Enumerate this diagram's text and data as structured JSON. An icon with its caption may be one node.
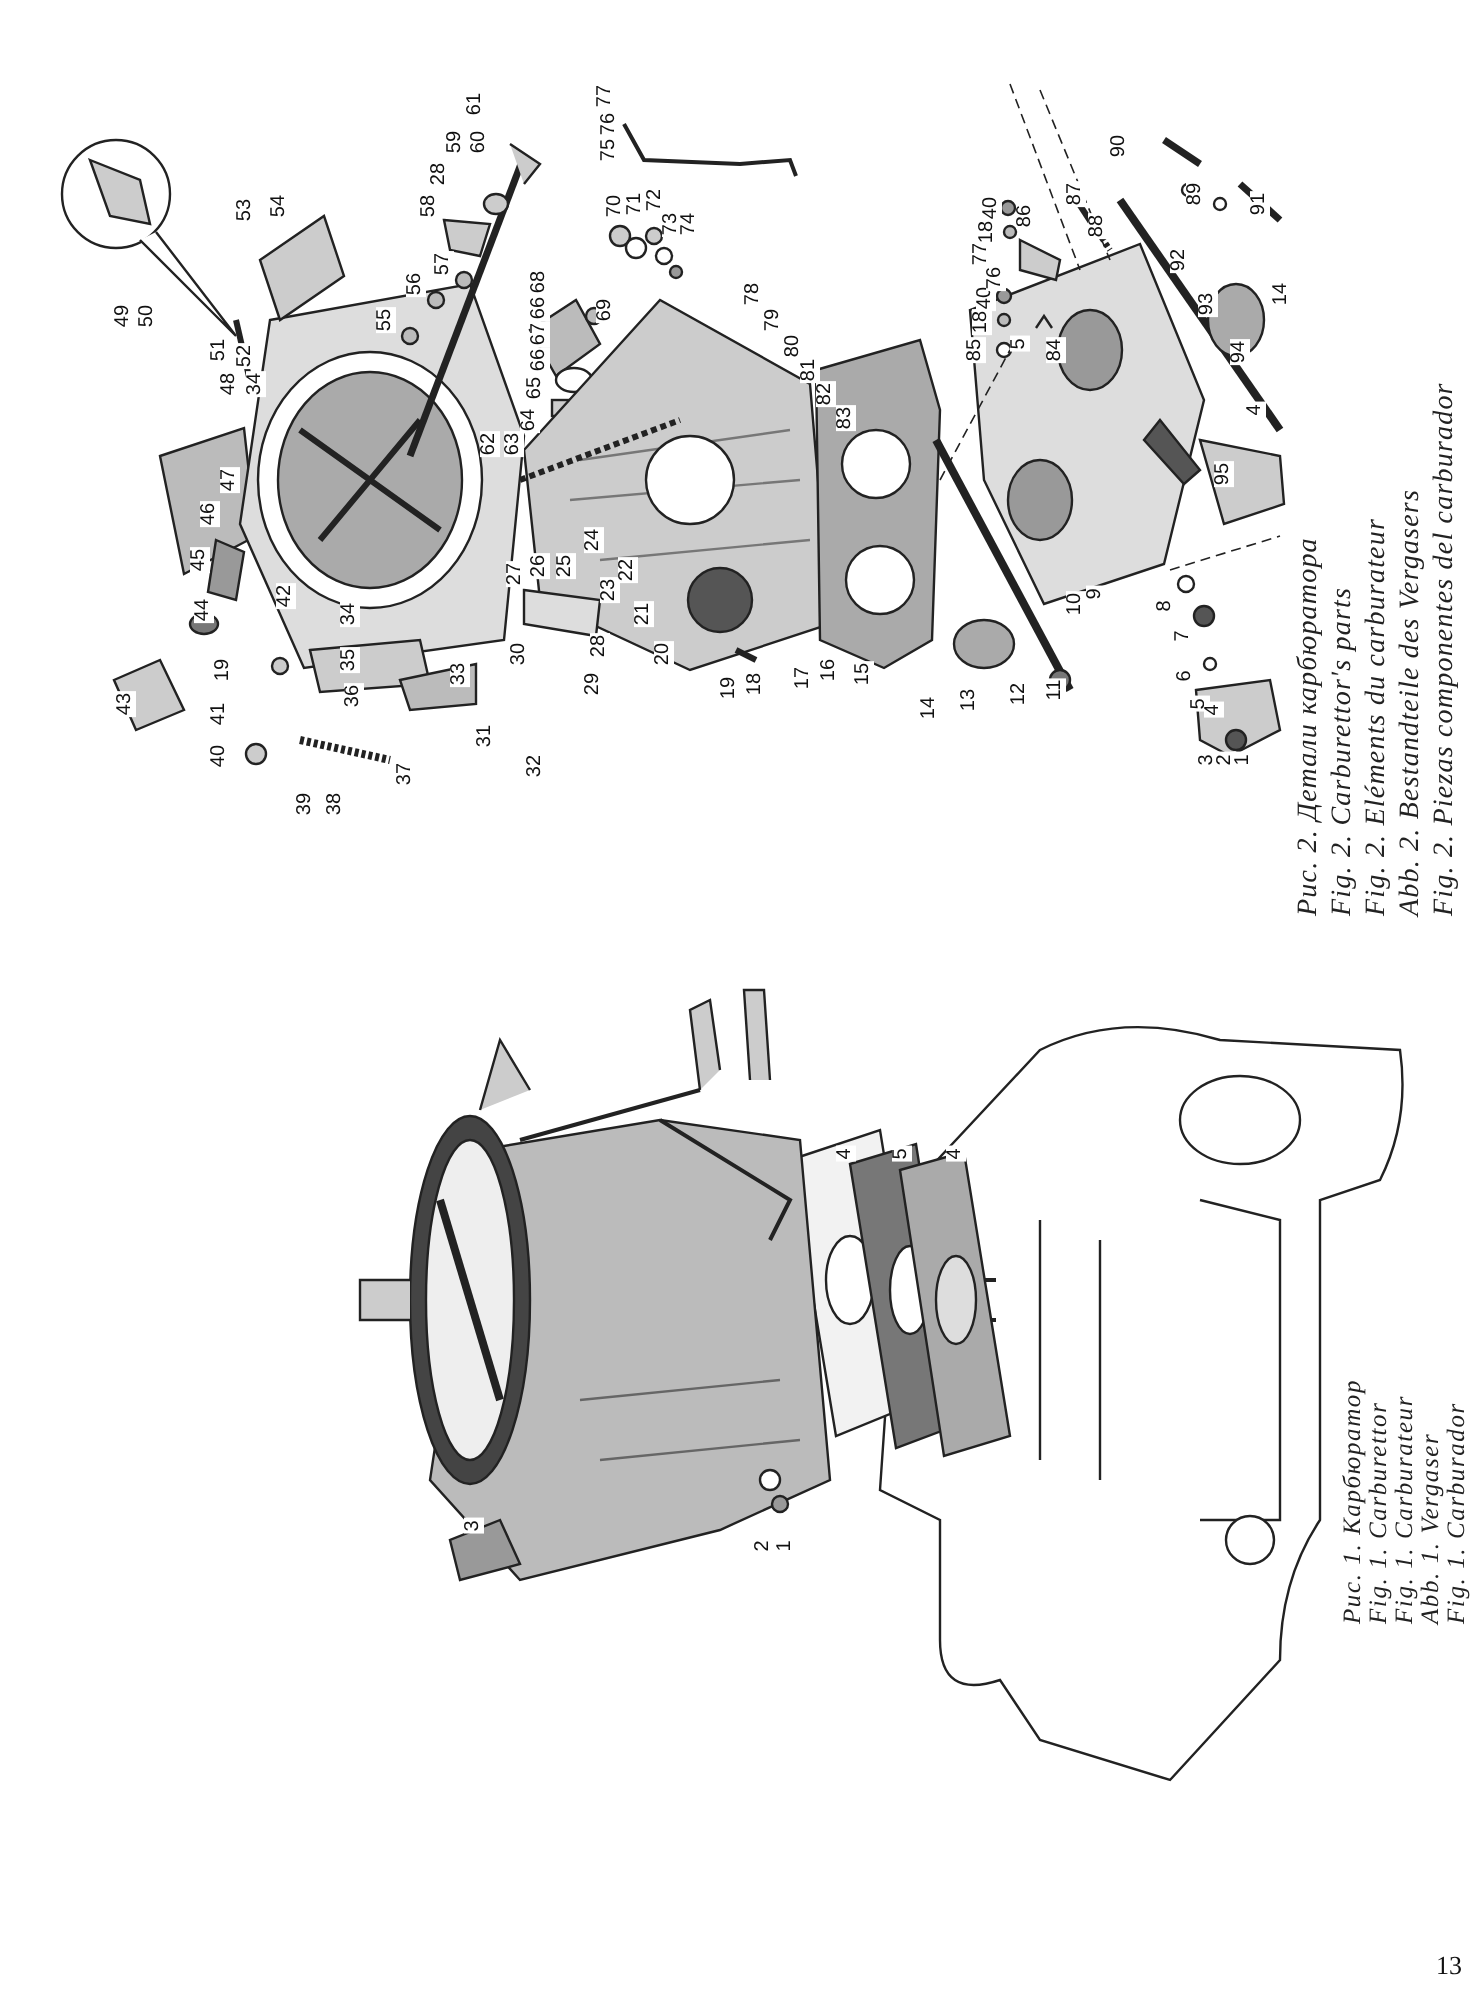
{
  "diagram": {
    "labels": [
      "43",
      "40",
      "41",
      "19",
      "39",
      "38",
      "37",
      "36",
      "35",
      "31",
      "32",
      "33",
      "34",
      "42",
      "44",
      "45",
      "46",
      "47",
      "48",
      "34",
      "49",
      "50",
      "51",
      "52",
      "53",
      "54",
      "55",
      "56",
      "57",
      "58",
      "28",
      "59",
      "60",
      "61",
      "62",
      "63",
      "64",
      "65",
      "66",
      "67",
      "66",
      "68",
      "69",
      "70",
      "71",
      "72",
      "73",
      "74",
      "75",
      "76",
      "77",
      "27",
      "26",
      "25",
      "24",
      "23",
      "22",
      "21",
      "30",
      "20",
      "29",
      "28",
      "78",
      "79",
      "80",
      "81",
      "82",
      "83",
      "17",
      "16",
      "15",
      "19",
      "18",
      "14",
      "13",
      "12",
      "11",
      "10",
      "9",
      "8",
      "7",
      "6",
      "5",
      "4",
      "3",
      "2",
      "1",
      "85",
      "18",
      "40",
      "5",
      "84",
      "76",
      "77",
      "18",
      "40",
      "86",
      "87",
      "88",
      "90",
      "89",
      "91",
      "92",
      "93",
      "94",
      "14",
      "4",
      "95",
      "3",
      "2",
      "1",
      "4",
      "5",
      "4",
      "Рис. 2. Детали карбюратора",
      "Fig. 2. Carburettor's parts",
      "Fig. 2. Eléments du carburateur",
      "Abb. 2. Bestandteile des Vergasers",
      "Fig. 2. Piezas componentes del carburador",
      "Рис. 1. Карбюратор",
      "Fig. 1. Carburettor",
      "Fig. 1. Carburateur",
      "Abb. 1. Vergaser",
      "Fig. 1. Carburador",
      "13"
    ]
  }
}
